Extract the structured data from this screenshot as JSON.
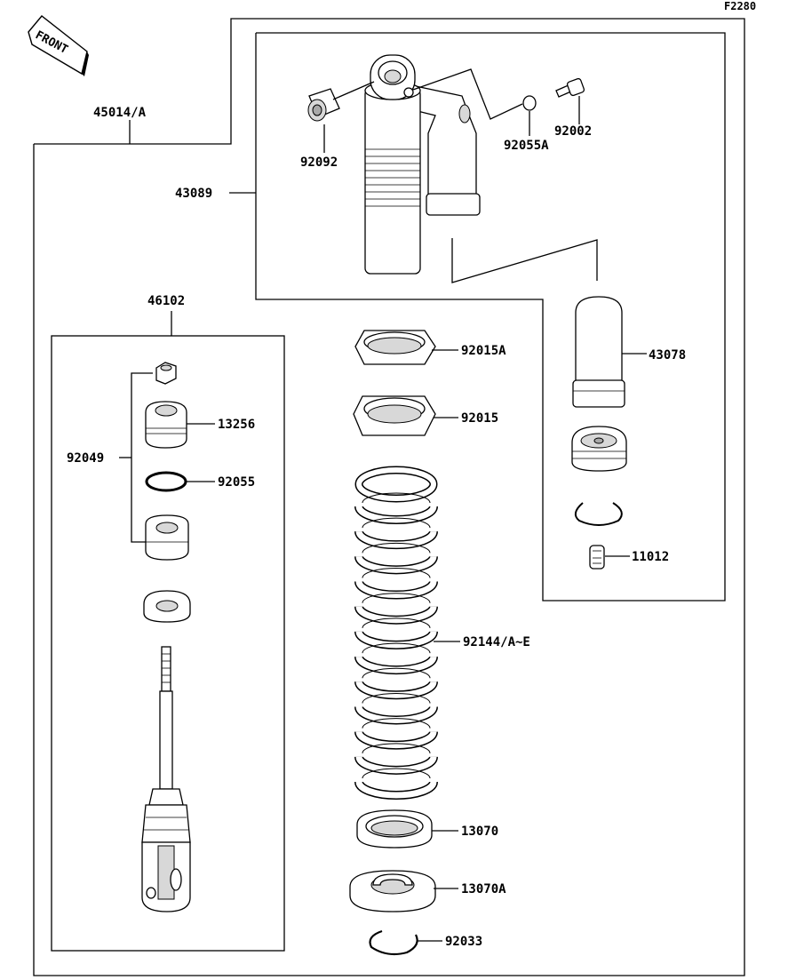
{
  "diagram_code": "F2280",
  "front_label": "FRONT",
  "parts": {
    "p45014": "45014/A",
    "p43089": "43089",
    "p92092": "92092",
    "p92055A": "92055A",
    "p92002": "92002",
    "p43078": "43078",
    "p11012": "11012",
    "p46102": "46102",
    "p92049": "92049",
    "p13256": "13256",
    "p92055": "92055",
    "p92015A": "92015A",
    "p92015": "92015",
    "p92144": "92144/A~E",
    "p13070": "13070",
    "p13070A": "13070A",
    "p92033": "92033"
  }
}
